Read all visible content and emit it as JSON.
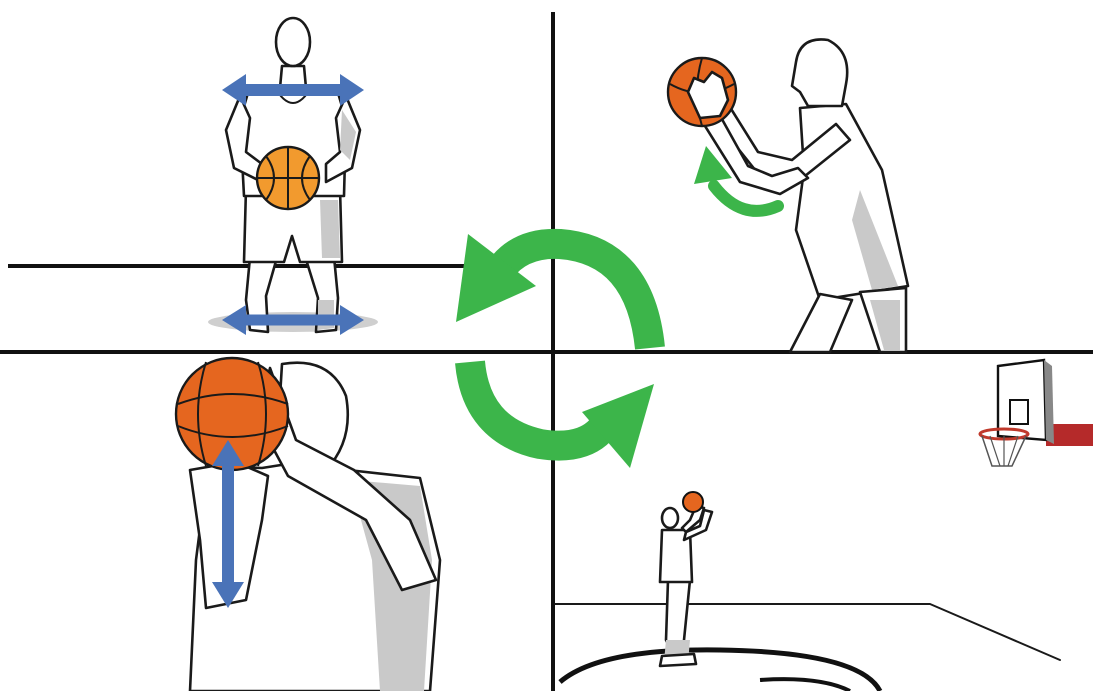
{
  "illustration": {
    "panels": [
      {
        "id": "top-left",
        "content": "stance"
      },
      {
        "id": "top-right",
        "content": "hand-on-ball"
      },
      {
        "id": "bottom-left",
        "content": "shooting-pocket"
      },
      {
        "id": "bottom-right",
        "content": "free-throw-line"
      }
    ],
    "icons": {
      "cycle_arrow": "curved-arrow-icon",
      "direction_arrow": "double-arrow-icon",
      "hoop": "basketball-hoop-icon"
    }
  },
  "colors": {
    "background": "#ffffff",
    "line": "#111111",
    "cycle_arrow": "#3cb54a",
    "direction_arrow": "#4a73b8",
    "ball_orange": "#f29a2e",
    "ball_dark_orange": "#e5661f",
    "backboard_support": "#b52a2a",
    "shadow": "#c9c9c9"
  }
}
